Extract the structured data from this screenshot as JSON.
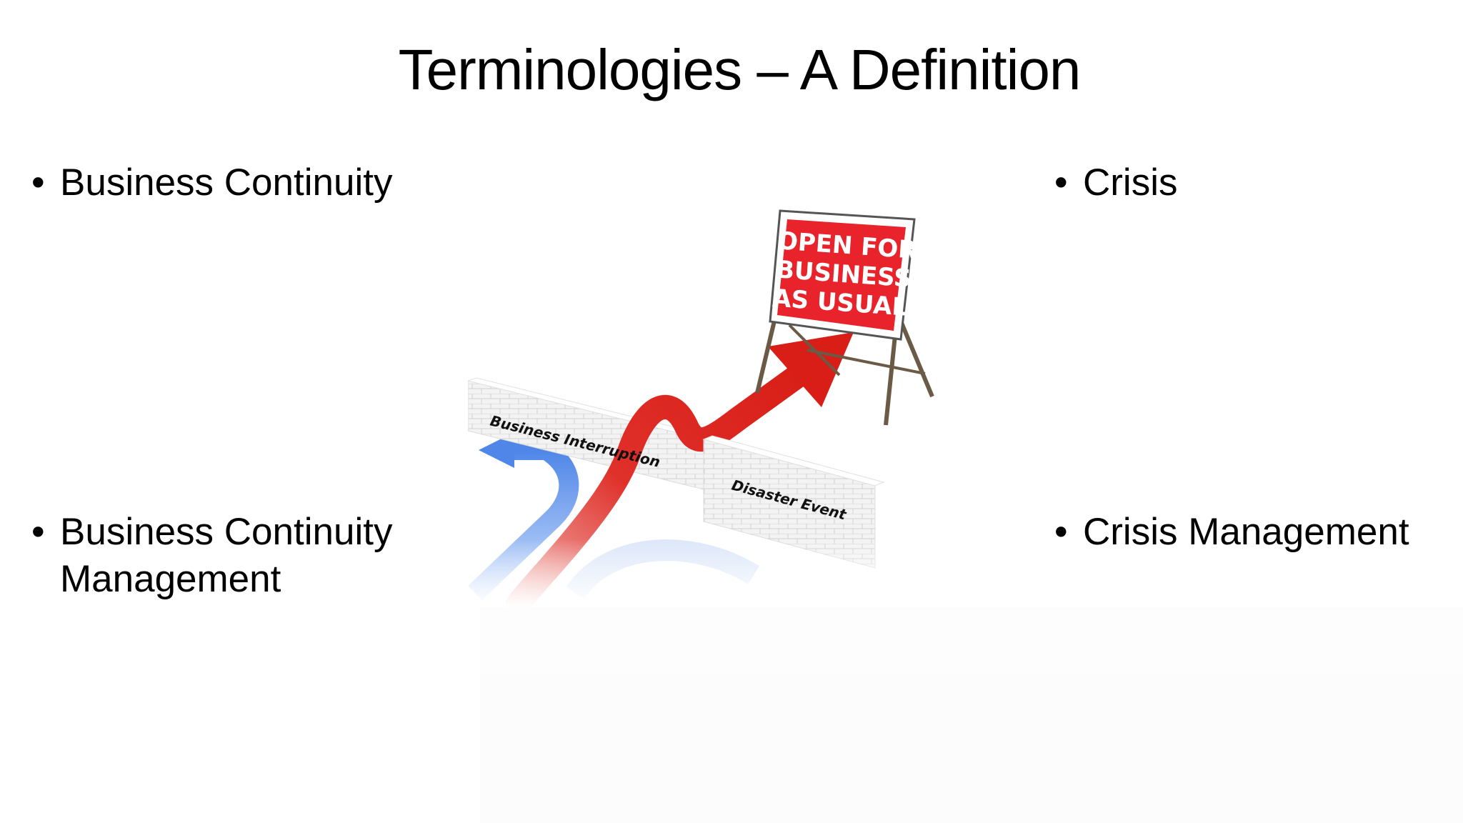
{
  "slide": {
    "title": "Terminologies – A Definition",
    "bullet_char": "•",
    "left_bullets": [
      {
        "lines": [
          "Business Continuity"
        ]
      },
      {
        "lines": [
          "Business Continuity",
          "Management"
        ]
      }
    ],
    "right_bullets": [
      {
        "lines": [
          "Crisis"
        ]
      },
      {
        "lines": [
          "Crisis Management"
        ]
      }
    ]
  },
  "illustration": {
    "sign_lines": [
      "OPEN FOR",
      "BUSINESS",
      "AS USUAL"
    ],
    "wall_label_1": "Business Interruption",
    "wall_label_2": "Disaster Event",
    "colors": {
      "sign_red": "#e8232b",
      "arrow_red": "#e0302a",
      "arrow_blue": "#5b8fe6",
      "wall": "#f2f2f2"
    }
  }
}
